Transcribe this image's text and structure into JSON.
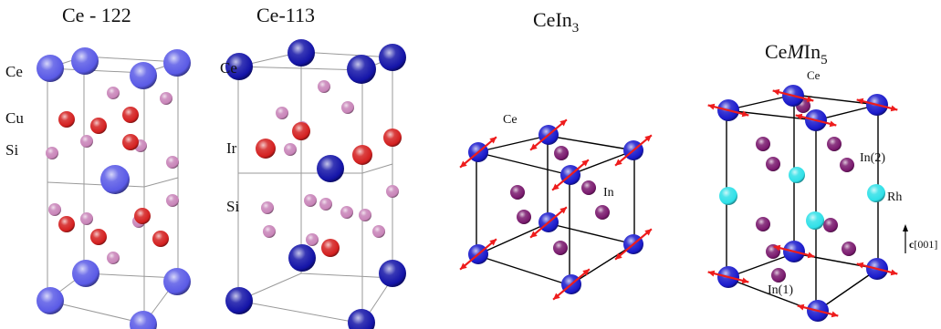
{
  "colors": {
    "ce_light": "#5a5ae6",
    "ce_dark": "#1414a8",
    "ce_dark2": "#1a1acc",
    "cu": "#d42020",
    "si": "#c884b8",
    "in": "#7a1a6e",
    "rh": "#2fe0e8",
    "spin": "#ee1c1c",
    "frame_light": "#9a9a9a",
    "frame_dark": "#000000"
  },
  "panels": [
    {
      "title": {
        "main": "Ce - 122",
        "sub": ""
      },
      "labels": [
        "Ce",
        "Cu",
        "Si"
      ]
    },
    {
      "title": {
        "main": "Ce-113",
        "sub": ""
      },
      "labels": [
        "Ce",
        "Ir",
        "Si"
      ]
    },
    {
      "title": {
        "pre": "CeIn",
        "sub": "3"
      },
      "labels": [
        "Ce",
        "In"
      ]
    },
    {
      "title": {
        "pre": "Ce",
        "ital": "M",
        "post": "In",
        "sub": "5"
      },
      "labels": [
        "Ce",
        "In(2)",
        "Rh",
        "In(1)"
      ],
      "axis_label": {
        "bold": "c",
        "rest": "[001]"
      }
    }
  ]
}
